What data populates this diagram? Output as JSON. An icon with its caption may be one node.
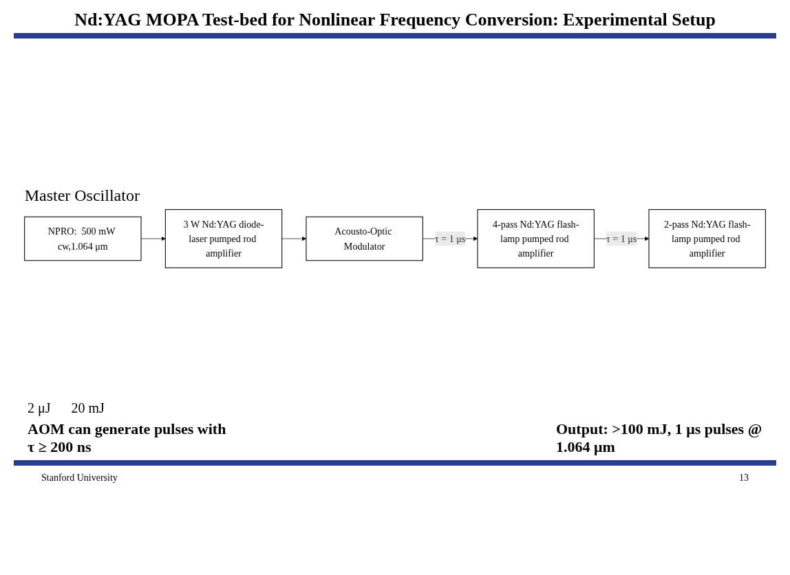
{
  "diagram": {
    "title": "Nd:YAG MOPA Test-bed for Nonlinear Frequency Conversion:  Experimental Setup",
    "nodes": [
      {
        "text": [
          "NPRO:  500 mW cw,1.064 μm"
        ],
        "beside": [
          "Master Oscillator"
        ]
      },
      {
        "text": [
          "3 W Nd:YAG diode-laser pumped rod amplifier"
        ]
      },
      {
        "text": [
          "Acousto-Optic Modulator"
        ]
      },
      {
        "text": [
          "4-pass Nd:YAG flash-lamp pumped rod amplifier"
        ]
      },
      {
        "text": [
          "2-pass Nd:YAG flash-lamp pumped rod amplifier"
        ]
      }
    ],
    "edges": [
      {
        "from": 0,
        "to": 1,
        "arrow": "to"
      },
      {
        "from": 1,
        "to": 2,
        "arrow": "to"
      },
      {
        "from": 2,
        "to": 3,
        "arrow": "to",
        "label": "τ = 1 μs"
      },
      {
        "from": 3,
        "to": 4,
        "arrow": "to",
        "label": "τ = 1 μs"
      }
    ],
    "labels": [
      "2 μJ",
      "20 mJ",
      "AOM can generate pulses with τ ≥ 200 ns",
      "Output: >100 mJ, 1 μs pulses @ 1.064 μm",
      "Stanford University",
      "13"
    ]
  }
}
